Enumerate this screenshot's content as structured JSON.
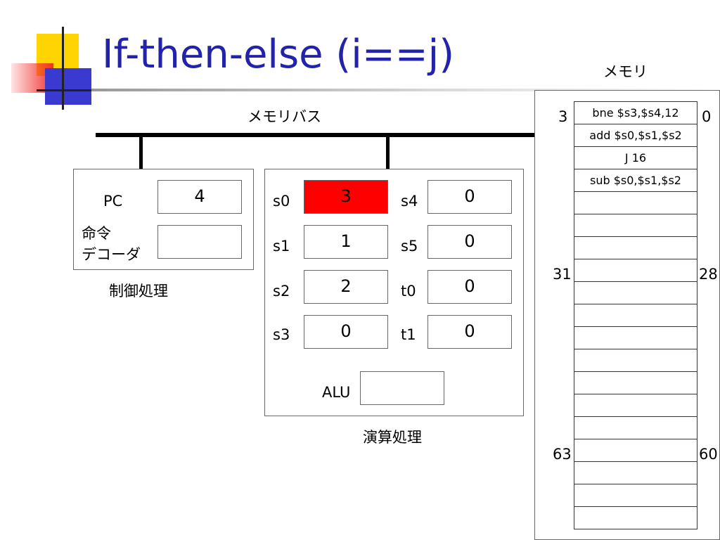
{
  "slide": {
    "title": "If-then-else (i==j)"
  },
  "bus": {
    "label": "メモリバス"
  },
  "control": {
    "pc_label": "PC",
    "pc_value": "4",
    "decoder_label_line1": "命令",
    "decoder_label_line2": "デコーダ",
    "decoder_value": "",
    "caption": "制御処理"
  },
  "compute": {
    "registers": [
      {
        "name": "s0",
        "value": "3",
        "highlight_color": "#ff0000"
      },
      {
        "name": "s1",
        "value": "1"
      },
      {
        "name": "s2",
        "value": "2"
      },
      {
        "name": "s3",
        "value": "0"
      },
      {
        "name": "s4",
        "value": "0"
      },
      {
        "name": "s5",
        "value": "0"
      },
      {
        "name": "t0",
        "value": "0"
      },
      {
        "name": "t1",
        "value": "0"
      }
    ],
    "alu_label": "ALU",
    "alu_value": "",
    "caption": "演算処理"
  },
  "memory": {
    "label": "メモリ",
    "instructions": [
      "bne $s3,$s4,12",
      "add $s0,$s1,$s2",
      "J 16",
      "sub $s0,$s1,$s2"
    ],
    "left_labels": {
      "top": "3",
      "middle": "31",
      "bottom": "63"
    },
    "right_labels": {
      "top": "0",
      "middle": "28",
      "bottom": "60"
    }
  }
}
